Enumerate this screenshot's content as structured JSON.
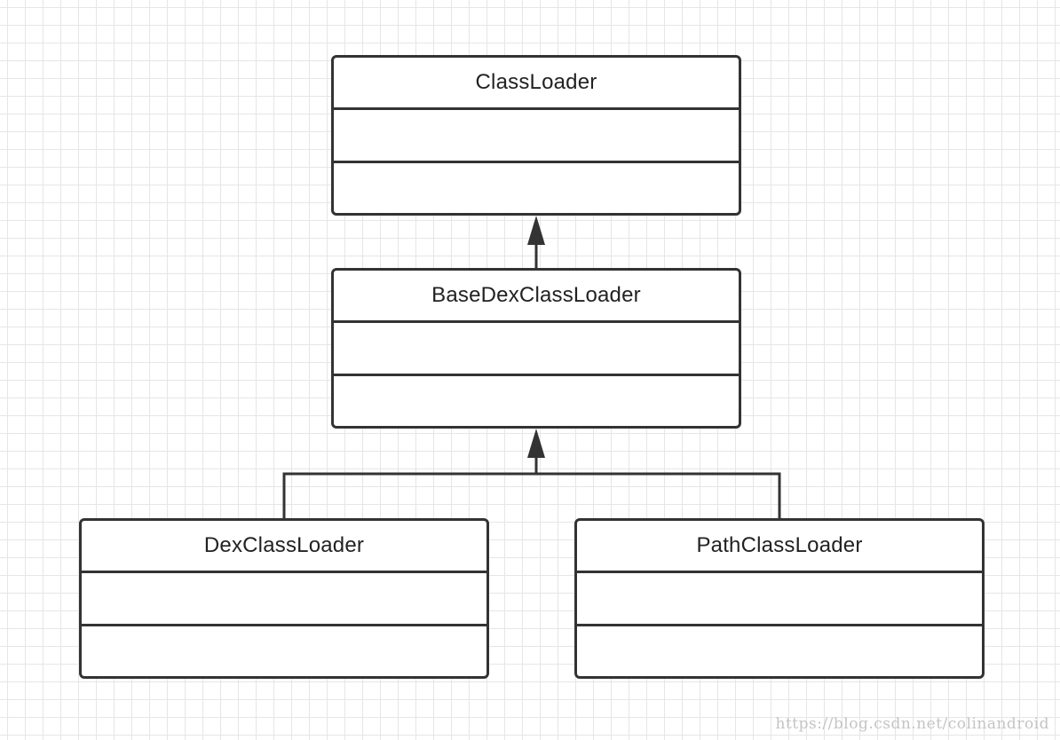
{
  "diagram": {
    "classes": {
      "classloader": {
        "name": "ClassLoader"
      },
      "basedex": {
        "name": "BaseDexClassLoader"
      },
      "dex": {
        "name": "DexClassLoader"
      },
      "path": {
        "name": "PathClassLoader"
      }
    },
    "relations": [
      {
        "type": "generalization",
        "from": "BaseDexClassLoader",
        "to": "ClassLoader"
      },
      {
        "type": "generalization",
        "from": "DexClassLoader",
        "to": "BaseDexClassLoader"
      },
      {
        "type": "generalization",
        "from": "PathClassLoader",
        "to": "BaseDexClassLoader"
      }
    ]
  },
  "watermark": "https://blog.csdn.net/colinandroid",
  "colors": {
    "stroke": "#333333",
    "grid": "#e6e6e6",
    "background": "#ffffff",
    "watermark": "#c4c4c4"
  }
}
